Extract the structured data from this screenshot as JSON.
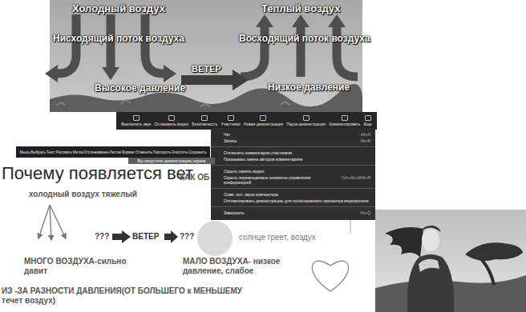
{
  "diagram": {
    "nodes": [
      {
        "text": [
          "Выключить звук",
          "Остановить видео",
          "Безопасность",
          "Участники",
          "Новая демонстрация",
          "Пауза демонстрации",
          "Комментировать",
          "Еще"
        ]
      },
      {
        "text": [
          "Чат",
          "Alt+H",
          "Запись",
          "Alt+R",
          "Отключить комментарии участников",
          "Показывать имена авторов комментариев",
          "Скрыть панель видео",
          "Скрыть перемещаемые элементы управления конференцией",
          "Ctrl+Alt+Shift+H",
          "Совм. исп. звука компьютера",
          "Оптимизировать демонстрацию для полноэкранного просмотра видеоролика",
          "Завершить",
          "Alt+Q"
        ]
      },
      {
        "text": [
          "Мышь",
          "Выбрать",
          "Текст",
          "Рисовать",
          "Метка",
          "Отслеживание",
          "Ластик",
          "Формат",
          "Отменить",
          "Повторить",
          "Очистить",
          "Сохранить"
        ]
      },
      {
        "text": [
          "Вы запустили демонстрацию экрана"
        ]
      }
    ],
    "labels": [
      "Холодный воздух",
      "Теплый воздух",
      "Нисходящий поток воздуха",
      "Восходящий поток воздуха",
      "ВЕТЕР",
      "Высокое давление",
      "Низкое давление",
      "Почему появляется вет",
      "холодный воздух тяжелый",
      "КАК ОБ",
      "???",
      "ВЕТЕР",
      "???",
      "солнце греет, воздух",
      "МНОГО ВОЗДУХА-сильно давит",
      "МАЛО ВОЗДУХА- низкое давление, слабое",
      "ИЗ -ЗА РАЗНОСТИ ДАВЛЕНИЯ(ОТ БОЛЬШЕГО к МЕНЬШЕМУ течет воздух)"
    ]
  }
}
